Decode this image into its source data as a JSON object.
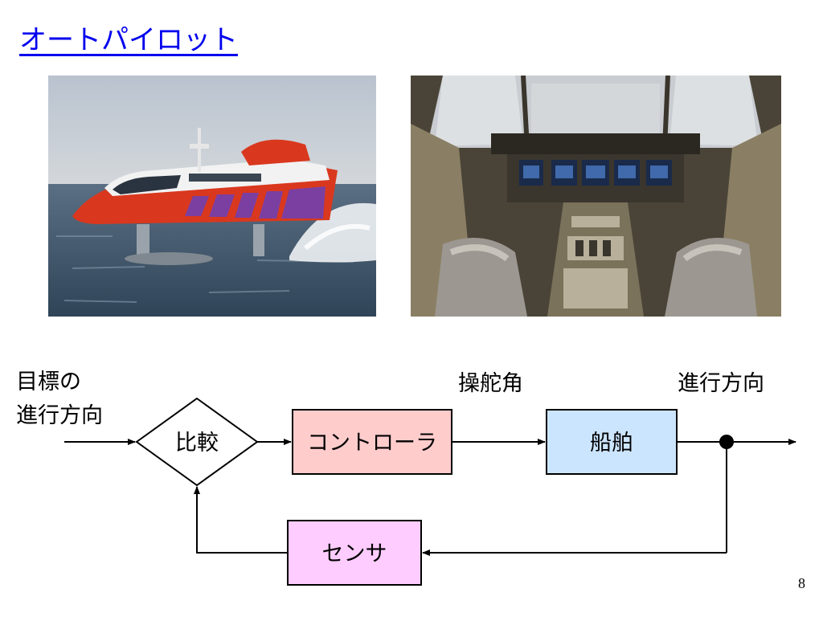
{
  "slide": {
    "title": "オートパイロット",
    "page_number": "8"
  },
  "photos": {
    "left": {
      "icon": "hydrofoil-boat-photo"
    },
    "right": {
      "icon": "airplane-cockpit-photo"
    }
  },
  "diagram": {
    "input_label_line1": "目標の",
    "input_label_line2": "進行方向",
    "rudder_label": "操舵角",
    "output_label": "進行方向",
    "blocks": {
      "compare": {
        "label": "比較",
        "fill": "#ffffff"
      },
      "controller": {
        "label": "コントローラ",
        "fill": "#ffcccc"
      },
      "ship": {
        "label": "船舶",
        "fill": "#cce5ff"
      },
      "sensor": {
        "label": "センサ",
        "fill": "#ffccff"
      }
    }
  }
}
